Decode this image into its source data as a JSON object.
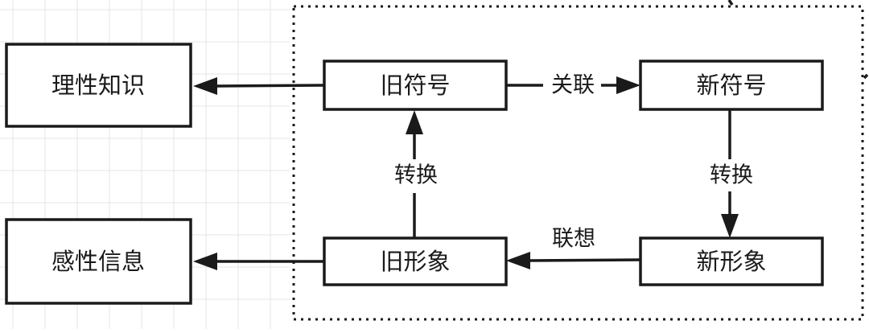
{
  "diagram": {
    "nodes": {
      "rational_knowledge": "理性知识",
      "perceptual_info": "感性信息",
      "old_symbol": "旧符号",
      "new_symbol": "新符号",
      "old_image": "旧形象",
      "new_image": "新形象"
    },
    "edges": {
      "association": "关联",
      "transform_left": "转换",
      "transform_right": "转换",
      "imagination": "联想"
    }
  },
  "colors": {
    "stroke": "#1a1a1a",
    "background": "#ffffff",
    "grid": "#e6e6e6"
  }
}
